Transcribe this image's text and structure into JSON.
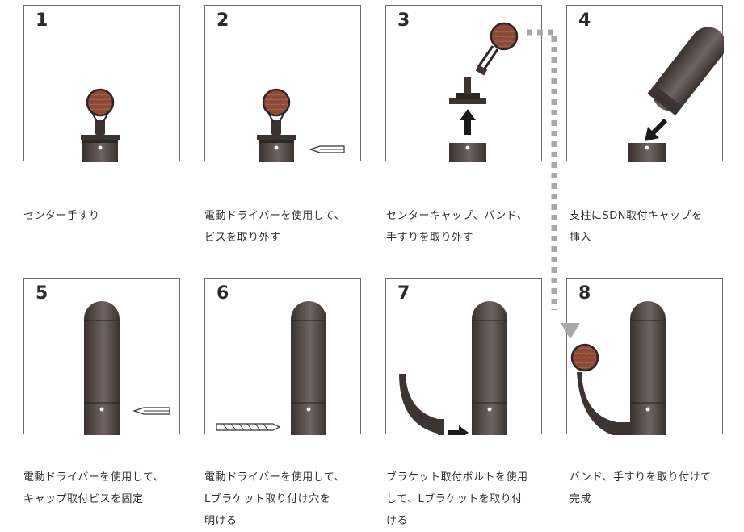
{
  "steps": [
    {
      "number": "1",
      "caption": "センター手すり"
    },
    {
      "number": "2",
      "caption": "電動ドライバーを使用して、\nビスを取り外す"
    },
    {
      "number": "3",
      "caption": "センターキャップ、バンド、\n手すりを取り外す"
    },
    {
      "number": "4",
      "caption": "支柱にSDN取付キャップを\n挿入"
    },
    {
      "number": "5",
      "caption": "電動ドライバーを使用して、\nキャップ取付ビスを固定"
    },
    {
      "number": "6",
      "caption": "電動ドライバーを使用して、\nLブラケット取り付け穴を\n明ける"
    },
    {
      "number": "7",
      "caption": "ブラケット取付ボルトを使用\nして、Lブラケットを取り付\nける"
    },
    {
      "number": "8",
      "caption": "バンド、手すりを取り付けて\n完成"
    }
  ],
  "colors": {
    "post": "#4a403d",
    "post_highlight": "#7d716c",
    "wood": "#8a4a35",
    "arrow": "#1a1a1a",
    "dotted_path": "#a8a8a8"
  },
  "icons": [
    "screwdriver-icon",
    "drill-bit-icon",
    "arrow-icon",
    "handrail-icon",
    "cap-icon",
    "bracket-icon"
  ]
}
